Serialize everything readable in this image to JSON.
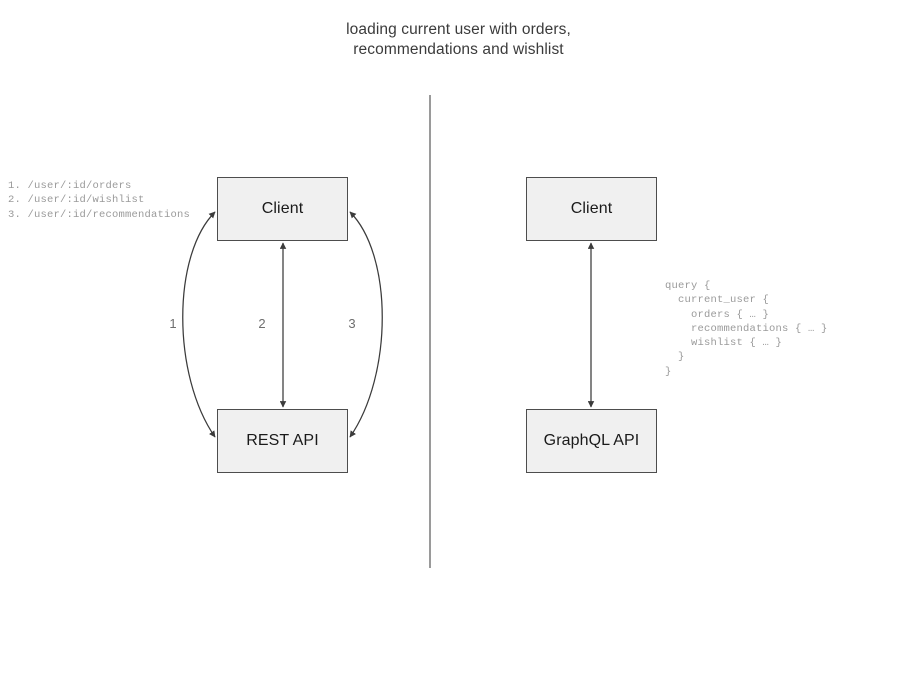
{
  "diagram": {
    "title": "loading current user with orders,\nrecommendations and wishlist",
    "divider": {
      "name": "vertical-divider",
      "color": "#808080"
    },
    "colors": {
      "box_fill": "#f0f0f0",
      "box_border": "#4d4d4d",
      "arrow": "#3b3b3b",
      "label_text": "#6e6e6e",
      "mono_text": "#9a9a9a",
      "title_text": "#3b3b3b"
    },
    "left_panel": {
      "name": "rest-comparison-panel",
      "nodes": [
        {
          "id": "client-rest",
          "label": "Client"
        },
        {
          "id": "rest-api",
          "label": "REST API"
        }
      ],
      "edges": [
        {
          "id": "edge-1",
          "label": "1",
          "shape": "curve-left",
          "arrows": "both"
        },
        {
          "id": "edge-2",
          "label": "2",
          "shape": "straight",
          "arrows": "both"
        },
        {
          "id": "edge-3",
          "label": "3",
          "shape": "curve-right",
          "arrows": "both"
        }
      ],
      "endpoints_text": "1. /user/:id/orders\n2. /user/:id/wishlist\n3. /user/:id/recommendations",
      "endpoints": [
        {
          "number": "1.",
          "path": "/user/:id/orders"
        },
        {
          "number": "2.",
          "path": "/user/:id/wishlist"
        },
        {
          "number": "3.",
          "path": "/user/:id/recommendations"
        }
      ]
    },
    "right_panel": {
      "name": "graphql-comparison-panel",
      "nodes": [
        {
          "id": "client-gql",
          "label": "Client"
        },
        {
          "id": "graphql-api",
          "label": "GraphQL API"
        }
      ],
      "edges": [
        {
          "id": "edge-gql",
          "label": "",
          "shape": "straight",
          "arrows": "both"
        }
      ],
      "query_text": "query {\n  current_user {\n    orders { … }\n    recommendations { … }\n    wishlist { … }\n  }\n}"
    }
  }
}
